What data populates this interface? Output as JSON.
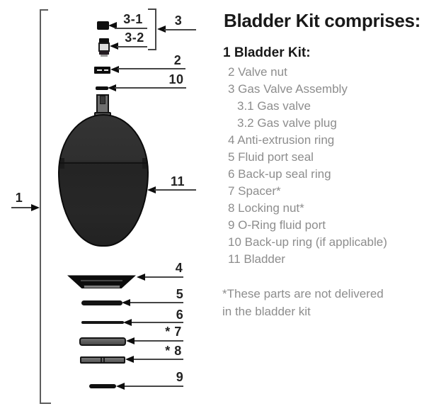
{
  "panel": {
    "title": "Bladder Kit comprises:",
    "kit_heading": "1 Bladder Kit:",
    "items": [
      {
        "text": "2 Valve nut"
      },
      {
        "text": "3 Gas Valve Assembly"
      },
      {
        "text": "3.1 Gas valve"
      },
      {
        "text": "3.2 Gas valve plug"
      },
      {
        "text": "4 Anti-extrusion ring"
      },
      {
        "text": "5 Fluid port seal"
      },
      {
        "text": "6 Back-up seal ring"
      },
      {
        "text": "7 Spacer*"
      },
      {
        "text": "8 Locking nut*"
      },
      {
        "text": "9 O-Ring fluid port"
      },
      {
        "text": "10 Back-up ring (if applicable)"
      },
      {
        "text": "11 Bladder"
      }
    ],
    "note_line1": "*These parts are not delivered",
    "note_line2": "in the bladder kit"
  },
  "diagram": {
    "callouts": {
      "c1": "1",
      "c2": "2",
      "c3": "3",
      "c3_1": "3-1",
      "c3_2": "3-2",
      "c4": "4",
      "c5": "5",
      "c6": "6",
      "c7": "* 7",
      "c8": "* 8",
      "c9": "9",
      "c10": "10",
      "c11": "11"
    },
    "part_names": {
      "p2": "valve nut",
      "p3_1": "gas valve",
      "p3_2": "gas valve plug",
      "p4": "anti-extrusion ring",
      "p5": "fluid port seal",
      "p6": "back-up seal ring",
      "p7": "spacer",
      "p8": "locking nut",
      "p9": "o-ring fluid port",
      "p10": "back-up ring",
      "p11": "bladder"
    },
    "colors": {
      "text_dark": "#191919",
      "text_grey": "#8d8d8d",
      "callout_line": "#454545",
      "bladder_body": "#2a2a2a"
    }
  }
}
